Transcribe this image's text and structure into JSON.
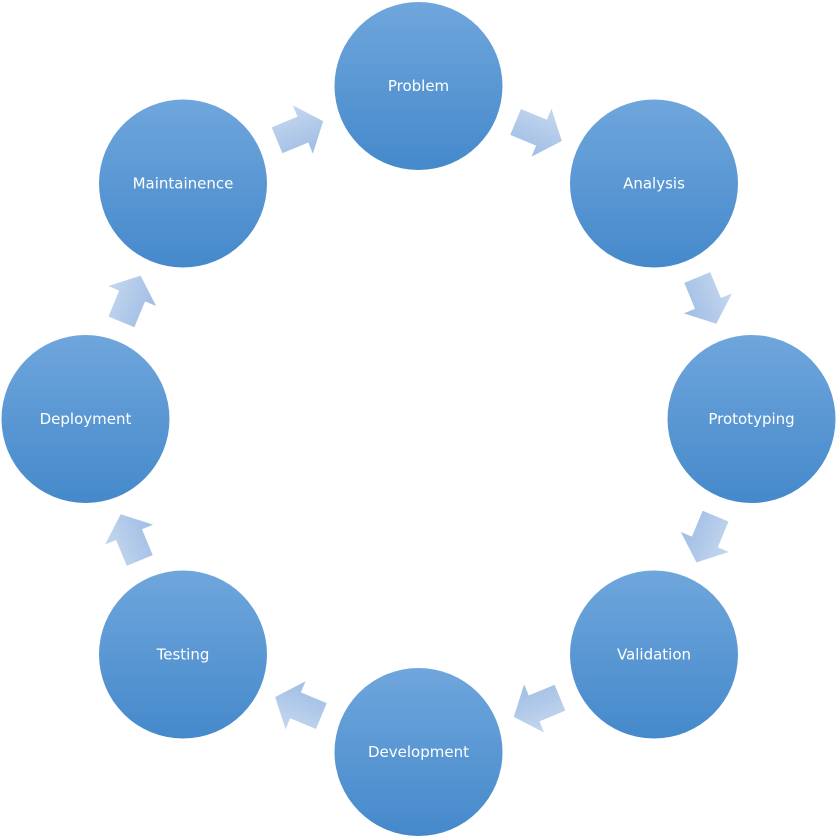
{
  "diagram": {
    "type": "cycle",
    "direction": "clockwise",
    "colors": {
      "node_top": "#6fa6dc",
      "node_bottom": "#4589cb",
      "node_text": "#ffffff",
      "arrow_top": "#c5d7ee",
      "arrow_bottom": "#9fbde5",
      "background": "#ffffff"
    },
    "nodes": [
      {
        "id": "problem",
        "label": "Problem"
      },
      {
        "id": "analysis",
        "label": "Analysis"
      },
      {
        "id": "prototyping",
        "label": "Prototyping"
      },
      {
        "id": "validation",
        "label": "Validation"
      },
      {
        "id": "development",
        "label": "Development"
      },
      {
        "id": "testing",
        "label": "Testing"
      },
      {
        "id": "deployment",
        "label": "Deployment"
      },
      {
        "id": "maintainence",
        "label": "Maintainence"
      }
    ],
    "edges": [
      {
        "from": "problem",
        "to": "analysis",
        "icon": "arrow-right-icon"
      },
      {
        "from": "analysis",
        "to": "prototyping",
        "icon": "arrow-down-icon"
      },
      {
        "from": "prototyping",
        "to": "validation",
        "icon": "arrow-down-icon"
      },
      {
        "from": "validation",
        "to": "development",
        "icon": "arrow-left-icon"
      },
      {
        "from": "development",
        "to": "testing",
        "icon": "arrow-left-icon"
      },
      {
        "from": "testing",
        "to": "deployment",
        "icon": "arrow-up-icon"
      },
      {
        "from": "deployment",
        "to": "maintainence",
        "icon": "arrow-up-icon"
      },
      {
        "from": "maintainence",
        "to": "problem",
        "icon": "arrow-right-icon"
      }
    ]
  }
}
